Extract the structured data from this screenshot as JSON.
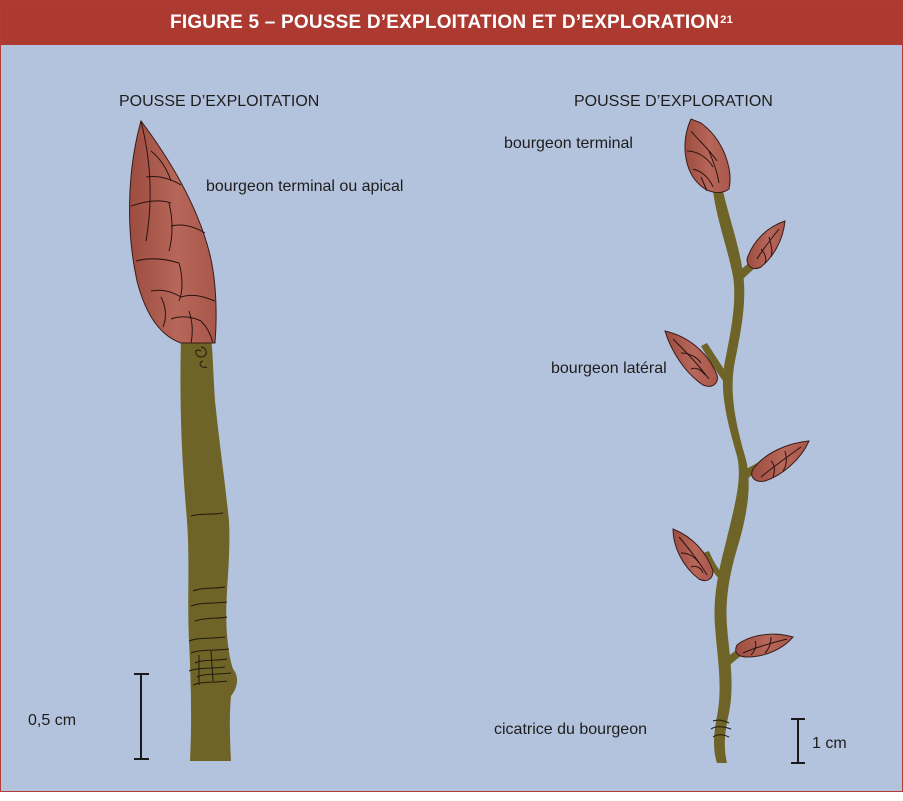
{
  "header": {
    "title": "FIGURE 5 – POUSSE D’EXPLOITATION ET D’EXPLORATION",
    "footnote": "21"
  },
  "left_panel": {
    "title": "POUSSE D’EXPLOITATION",
    "bud_label": "bourgeon terminal ou apical",
    "scale_label": "0,5 cm"
  },
  "right_panel": {
    "title": "POUSSE D’EXPLORATION",
    "terminal_label": "bourgeon terminal",
    "lateral_label": "bourgeon latéral",
    "scar_label": "cicatrice du bourgeon",
    "scale_label": "1 cm"
  },
  "colors": {
    "header": "#ad3a31",
    "background": "#b4c3dd",
    "stem": "#6f6427",
    "bud": "#a9574a"
  }
}
